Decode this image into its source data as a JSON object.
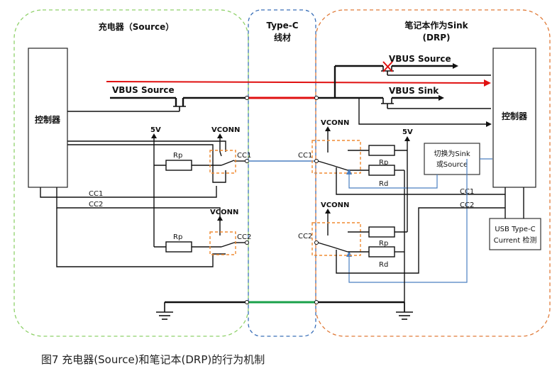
{
  "source_side": {
    "title": "充电器（Source）",
    "controller": "控制器",
    "vbus": "VBUS Source",
    "v5": "5V",
    "vconn_top": "VCONN",
    "vconn_bottom": "VCONN",
    "rp_top": "Rp",
    "rp_bottom": "Rp",
    "cc1_switch": "CC1",
    "cc2_switch": "CC2",
    "cc1_bus": "CC1",
    "cc2_bus": "CC2"
  },
  "cable": {
    "title_line1": "Type-C",
    "title_line2": "线材"
  },
  "sink_side": {
    "title_line1": "笔记本作为Sink",
    "title_line2": "(DRP)",
    "controller": "控制器",
    "vbus_source": "VBUS Source",
    "vbus_sink": "VBUS Sink",
    "v5": "5V",
    "vconn_top": "VCONN",
    "vconn_bottom": "VCONN",
    "rp_top": "Rp",
    "rd_top": "Rd",
    "rp_bottom": "Rp",
    "rd_bottom": "Rd",
    "cc1_switch": "CC1",
    "cc2_switch": "CC2",
    "cc1_bus": "CC1",
    "cc2_bus": "CC2",
    "switch_box_line1": "切换为Sink",
    "switch_box_line2": "或Source",
    "detect_box_line1": "USB Type-C",
    "detect_box_line2": "Current 检测"
  },
  "caption": "图7 充电器(Source)和笔记本(DRP)的行为机制",
  "colors": {
    "source_region": "#8fd16a",
    "cable_region": "#3a6fb8",
    "sink_region": "#e07b39",
    "power_line": "#e01010",
    "vbus_line": "#e01010",
    "cc_line": "#4a7fc1",
    "ground_line": "#1aa04a",
    "switch_box": "#f08a30"
  }
}
